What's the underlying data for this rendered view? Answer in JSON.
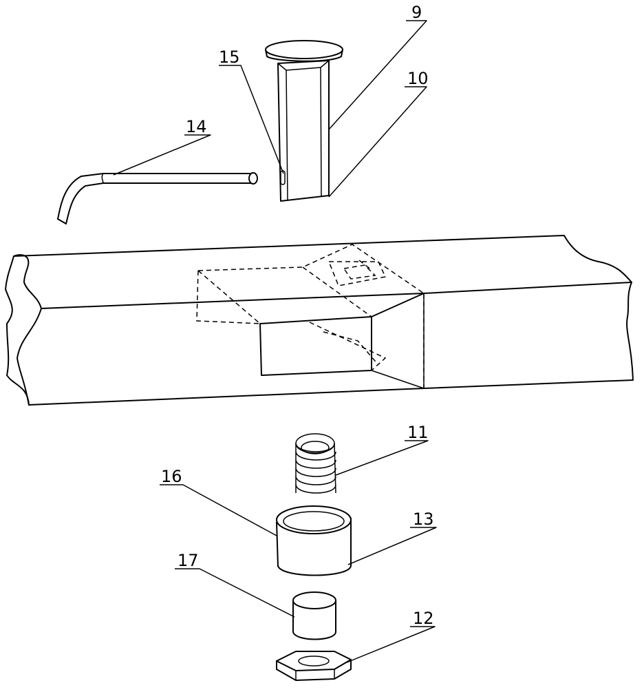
{
  "labels": {
    "pin": "9",
    "pin_flat": "10",
    "spring": "11",
    "nut": "12",
    "sleeve": "13",
    "hand_rod": "14",
    "pin_hole": "15",
    "sleeve_rim": "16",
    "plug": "17"
  }
}
